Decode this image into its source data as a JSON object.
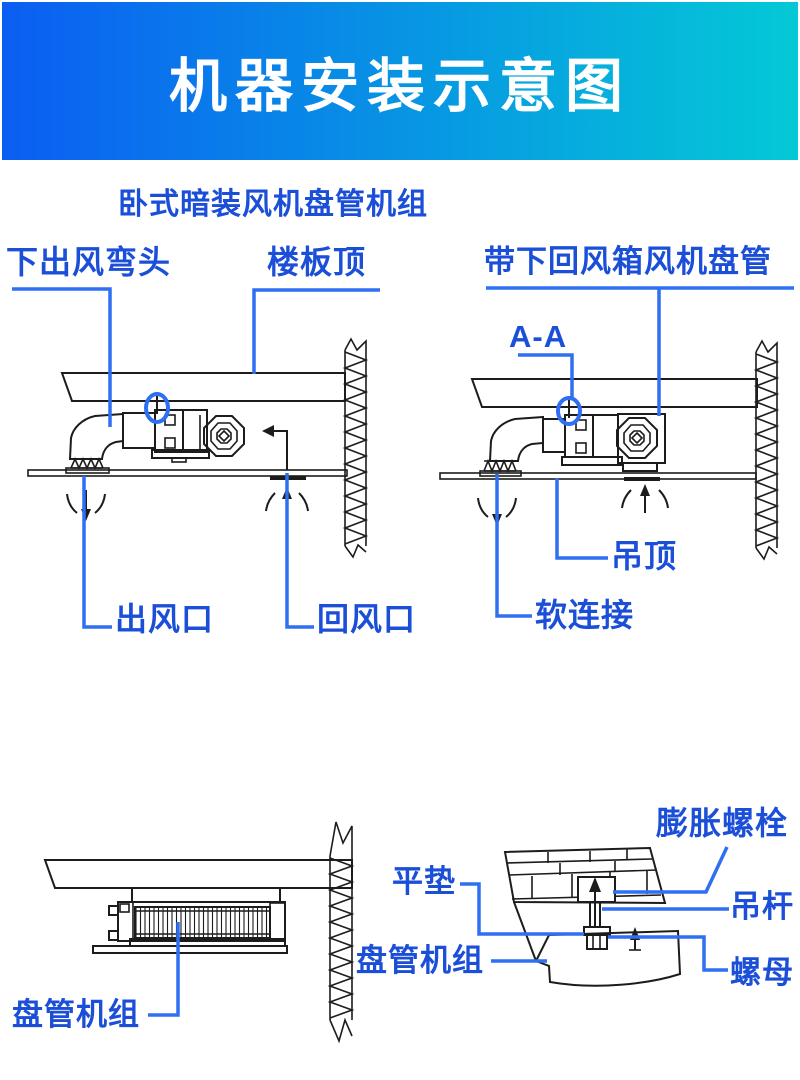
{
  "banner": {
    "title": "机器安装示意图"
  },
  "colors": {
    "banner_gradient_left": "#0b5ef2",
    "banner_gradient_right": "#04c9d6",
    "label_blue": "#1b4fd8",
    "leader_blue": "#2f6ff2",
    "line_black": "#1c1c1c"
  },
  "section_top": {
    "subtitle": "卧式暗装风机盘管机组",
    "labels": {
      "down_outlet_elbow": "下出风弯头",
      "floor_slab_top": "楼板顶",
      "fcu_with_bottom_return_box": "带下回风箱风机盘管",
      "section_mark": "A-A",
      "air_outlet": "出风口",
      "return_air_inlet": "回风口",
      "suspended_ceiling": "吊顶",
      "flexible_connection": "软连接"
    }
  },
  "section_bottom": {
    "labels": {
      "coil_unit_left": "盘管机组",
      "expansion_bolt": "膨胀螺栓",
      "flat_washer": "平垫",
      "hanger_rod": "吊杆",
      "coil_unit_right": "盘管机组",
      "nut": "螺母"
    }
  }
}
